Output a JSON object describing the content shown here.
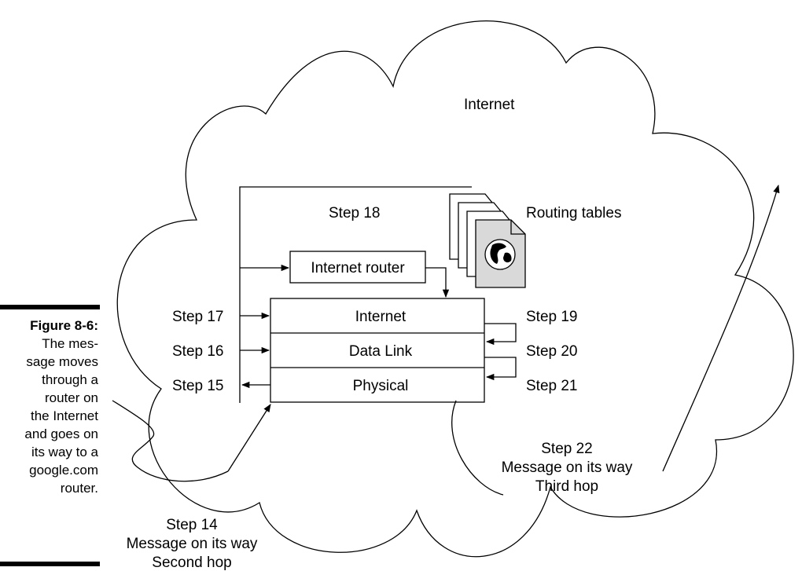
{
  "caption": {
    "figure_label": "Figure 8-6:",
    "lines": [
      "The mes-",
      "sage moves",
      "through a",
      "router on",
      "the Internet",
      "and goes on",
      "its way to a",
      "google.com",
      "router."
    ]
  },
  "cloud": {
    "label": "Internet"
  },
  "router_box": {
    "title": "Step 18",
    "router_label": "Internet router",
    "routing_tables_label": "Routing tables",
    "layers": [
      "Internet",
      "Data Link",
      "Physical"
    ]
  },
  "steps_left": [
    "Step 17",
    "Step 16",
    "Step 15"
  ],
  "steps_right": [
    "Step 19",
    "Step 20",
    "Step 21"
  ],
  "incoming": {
    "lines": [
      "Step 14",
      "Message on its way",
      "Second hop"
    ]
  },
  "outgoing": {
    "lines": [
      "Step 22",
      "Message on its way",
      "Third hop"
    ]
  }
}
